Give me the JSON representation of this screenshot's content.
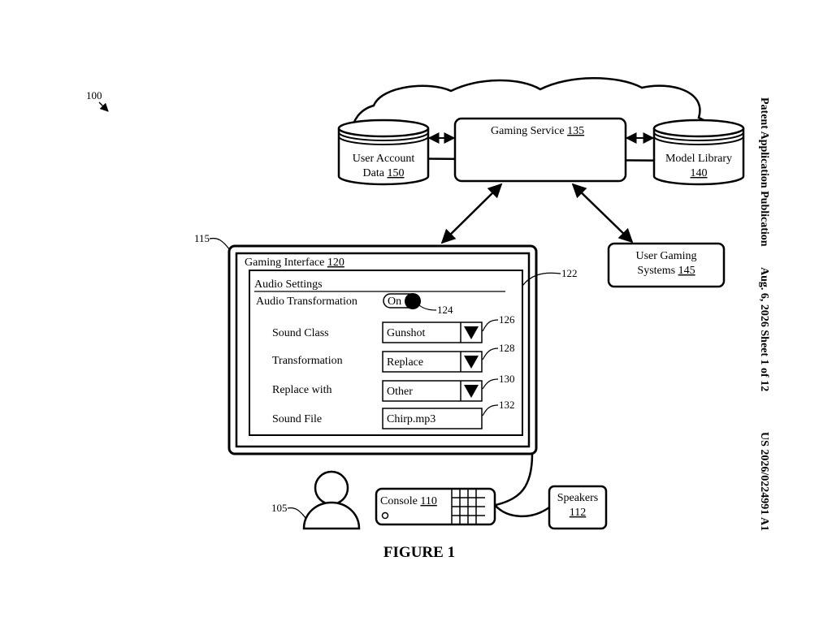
{
  "figure_ref": "100",
  "gaming_service": {
    "label": "Gaming Service",
    "num": "135"
  },
  "user_account_data": {
    "line1": "User Account",
    "line2": "Data",
    "num": "150"
  },
  "model_library": {
    "line1": "Model Library",
    "num": "140"
  },
  "user_gaming_systems": {
    "line1": "User Gaming",
    "line2": "Systems",
    "num": "145"
  },
  "display_ref": "115",
  "gaming_interface": {
    "label": "Gaming Interface",
    "num": "120"
  },
  "settings_panel_ref": "122",
  "audio_settings": {
    "heading": "Audio Settings",
    "transformation_label": "Audio Transformation",
    "toggle_text": "On",
    "toggle_ref": "124",
    "rows": [
      {
        "label": "Sound Class",
        "value": "Gunshot",
        "ref": "126",
        "dropdown": true
      },
      {
        "label": "Transformation",
        "value": "Replace",
        "ref": "128",
        "dropdown": true
      },
      {
        "label": "Replace with",
        "value": "Other",
        "ref": "130",
        "dropdown": true
      },
      {
        "label": "Sound File",
        "value": "Chirp.mp3",
        "ref": "132",
        "dropdown": false
      }
    ]
  },
  "user_ref": "105",
  "console": {
    "label": "Console",
    "num": "110"
  },
  "speakers": {
    "label": "Speakers",
    "num": "112"
  },
  "figure_caption": "FIGURE 1",
  "header": {
    "publication": "Patent Application Publication",
    "date_sheet": "Aug. 6, 2026  Sheet 1 of 12",
    "number": "US 2026/0224991 A1"
  }
}
